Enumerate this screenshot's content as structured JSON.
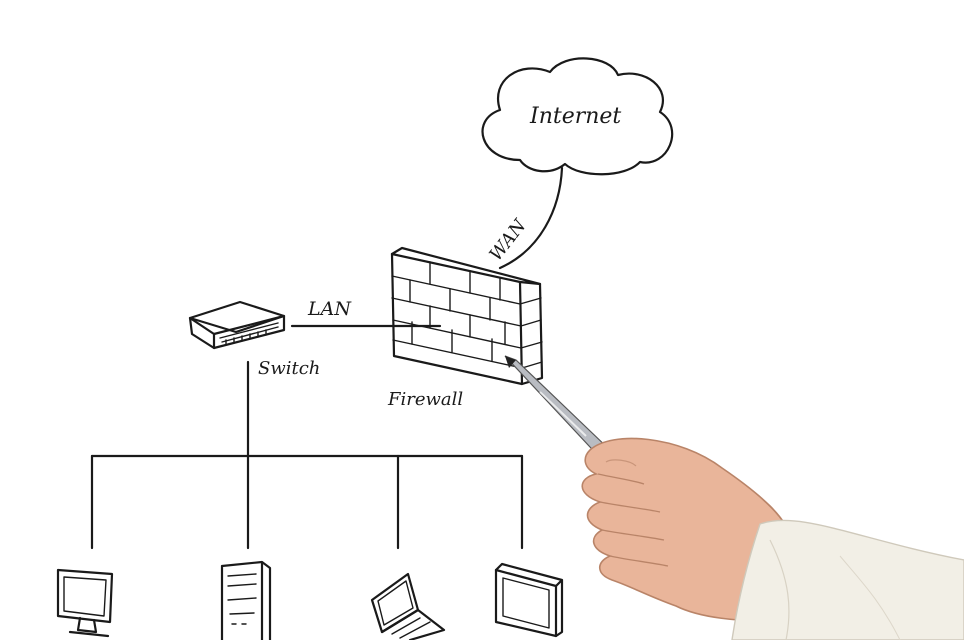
{
  "diagram": {
    "labels": {
      "internet": "Internet",
      "wan": "WAN",
      "lan": "LAN",
      "switch": "Switch",
      "firewall": "Firewall"
    },
    "colors": {
      "ink": "#1a1a1a",
      "background": "#ffffff",
      "skin": "#e9b59a",
      "sleeve": "#f2efe6"
    },
    "devices": [
      "monitor-icon",
      "server-tower-icon",
      "laptop-icon",
      "tablet-icon"
    ]
  }
}
